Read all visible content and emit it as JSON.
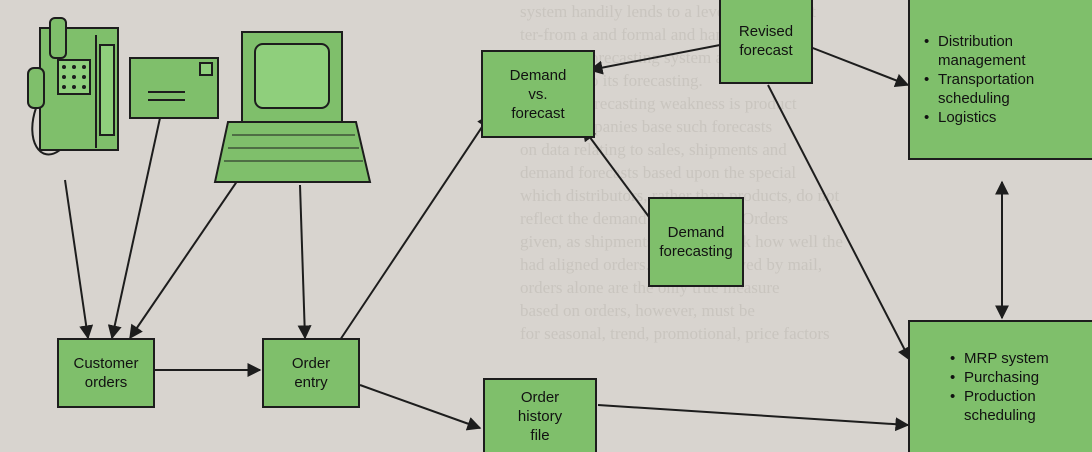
{
  "background_text": [
    "system handily lends to a level and forecast",
    "ter-from a and formal and hand to set up",
    "ilding its forecasting system as the",
    "is geared to its forecasting.",
    "Another forecasting weakness is product",
    "ments companies base such forecasts",
    "on data relating to sales, shipments and",
    "demand forecasts based upon the special",
    "which distributors, rather than products, do not",
    "reflect the demand for products. Orders",
    "given, as shipments do, they track how well the",
    "had aligned orders. Orders received by mail,",
    "orders alone are the only true measure",
    "based on orders, however, must be",
    "for seasonal, trend, promotional, price factors"
  ],
  "nodes": {
    "revised_forecast": "Revised\nforecast",
    "demand_vs_forecast": "Demand\nvs.\nforecast",
    "demand_forecasting": "Demand\nforecasting",
    "customer_orders": "Customer\norders",
    "order_entry": "Order\nentry",
    "order_history_file": "Order\nhistory\nfile",
    "distribution": [
      "Distribution",
      "management",
      "Transportation",
      "scheduling",
      "Logistics"
    ],
    "mrp": [
      "MRP system",
      "Purchasing",
      "Production",
      "scheduling"
    ]
  },
  "colors": {
    "box": "#7fbf6b",
    "line": "#1d1d1d",
    "background": "#d8d4cf"
  },
  "icons": [
    "telephone-fax-icon",
    "envelope-icon",
    "computer-terminal-icon"
  ]
}
